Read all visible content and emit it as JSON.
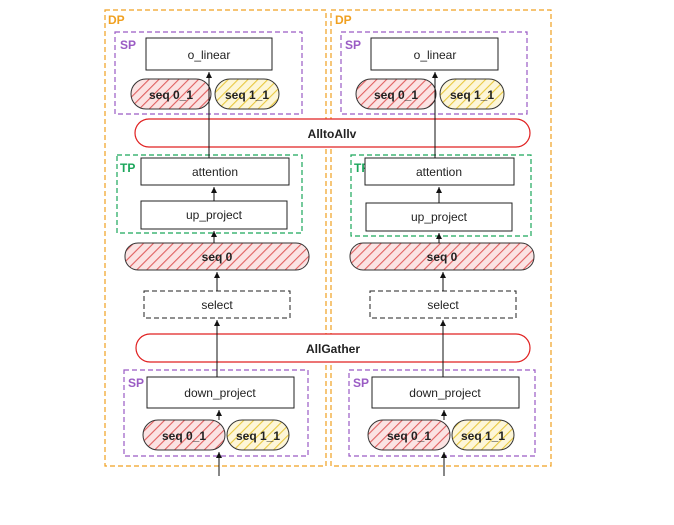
{
  "colors": {
    "dp": "#f0a020",
    "sp": "#9a5bc4",
    "tp": "#1aa65a",
    "collective": "#e02020",
    "seq_red": "#e06060",
    "seq_yellow": "#e8c840",
    "box": "#222222"
  },
  "columns": [
    {
      "dp_label": "DP",
      "top_sp_label": "SP",
      "o_linear": "o_linear",
      "top_seq_a": "seq 0_1",
      "top_seq_b": "seq 1_1",
      "tp_label": "TP",
      "attention": "attention",
      "up_project": "up_project",
      "seq0": "seq 0",
      "select": "select",
      "bottom_sp_label": "SP",
      "down_project": "down_project",
      "bottom_seq_a": "seq 0_1",
      "bottom_seq_b": "seq 1_1"
    },
    {
      "dp_label": "DP",
      "top_sp_label": "SP",
      "o_linear": "o_linear",
      "top_seq_a": "seq 0_1",
      "top_seq_b": "seq 1_1",
      "tp_label": "TP",
      "attention": "attention",
      "up_project": "up_project",
      "seq0": "seq 0",
      "select": "select",
      "bottom_sp_label": "SP",
      "down_project": "down_project",
      "bottom_seq_a": "seq 0_1",
      "bottom_seq_b": "seq 1_1"
    }
  ],
  "collectives": {
    "alltoall": "AlltoAllv",
    "allgather": "AllGather"
  }
}
